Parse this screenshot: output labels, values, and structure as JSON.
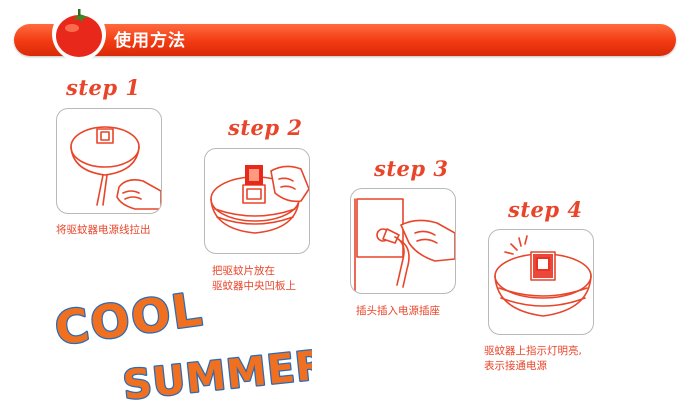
{
  "header": {
    "title": "使用方法"
  },
  "steps": [
    {
      "label": "step 1",
      "caption_lines": [
        "将驱蚊器电源线拉出"
      ]
    },
    {
      "label": "step 2",
      "caption_lines": [
        "把驱蚊片放在",
        "驱蚊器中央凹板上"
      ]
    },
    {
      "label": "step 3",
      "caption_lines": [
        "插头插入电源插座"
      ]
    },
    {
      "label": "step 4",
      "caption_lines": [
        "驱蚊器上指示灯明亮,",
        "表示接通电源"
      ]
    }
  ],
  "logo": {
    "line1": "COOL",
    "line2": "SUMMER"
  },
  "colors": {
    "accent": "#e8452a",
    "header_bar": "#f23a12",
    "logo_orange": "#f07020",
    "logo_outline": "#2a6bb8",
    "panel_border": "#b9b9b9"
  }
}
